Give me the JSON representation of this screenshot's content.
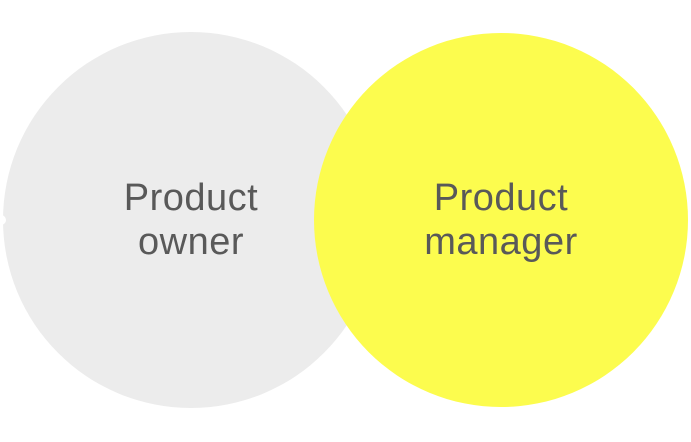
{
  "diagram": {
    "type": "venn-overlap",
    "background_color": "#ffffff",
    "circles": [
      {
        "id": "product-owner",
        "label_line1": "Product",
        "label_line2": "owner",
        "fill_color": "#ececec",
        "text_color": "#595959"
      },
      {
        "id": "product-manager",
        "label_line1": "Product",
        "label_line2": "manager",
        "fill_color": "#fcfc4e",
        "text_color": "#595959"
      }
    ]
  }
}
